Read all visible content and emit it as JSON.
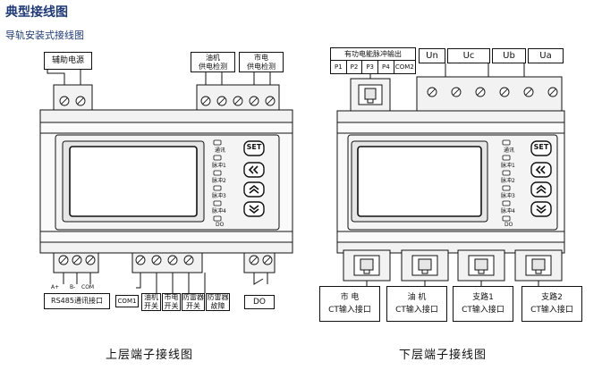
{
  "page": {
    "title": "典型接线图",
    "subtitle": "导轨安装式接线图"
  },
  "upper": {
    "caption": "上层端子接线图",
    "top_labels": {
      "aux_power": "辅助电源",
      "diesel_line1": "油机",
      "diesel_line2": "供电检测",
      "mains_line1": "市电",
      "mains_line2": "供电检测"
    },
    "bottom_small": {
      "a": "A+",
      "b": "B-",
      "com": "COM"
    },
    "bottom_labels": {
      "rs485": "RS485通讯接口",
      "com1": "COM1",
      "diesel_sw_1": "油机",
      "diesel_sw_2": "开关",
      "mains_sw_1": "市电",
      "mains_sw_2": "开关",
      "lightning_sw_1": "防雷器",
      "lightning_sw_2": "开关",
      "lightning_fault_1": "防雷器",
      "lightning_fault_2": "故障",
      "do": "DO"
    }
  },
  "lower": {
    "caption": "下层端子接线图",
    "pulse": {
      "header": "有功电能脉冲输出",
      "ports": [
        "P1",
        "P2",
        "P3",
        "P4",
        "COM2"
      ]
    },
    "voltage": [
      "Un",
      "Uc",
      "Ub",
      "Ua"
    ],
    "ct_labels": [
      {
        "line1": "市 电",
        "line2": "CT输入接口"
      },
      {
        "line1": "油 机",
        "line2": "CT输入接口"
      },
      {
        "line1": "支路1",
        "line2": "CT输入接口"
      },
      {
        "line1": "支路2",
        "line2": "CT输入接口"
      }
    ]
  },
  "device": {
    "indicators": [
      "通讯",
      "脉冲1",
      "脉冲2",
      "脉冲3",
      "脉冲4",
      "DO"
    ],
    "buttons": {
      "set": "SET",
      "left": "«",
      "up": "⌃",
      "down": "⌄"
    }
  },
  "colors": {
    "title": "#1e3a78",
    "line": "#111111",
    "panel": "#f2f2f2",
    "screen_frame": "#e6e6e6"
  }
}
